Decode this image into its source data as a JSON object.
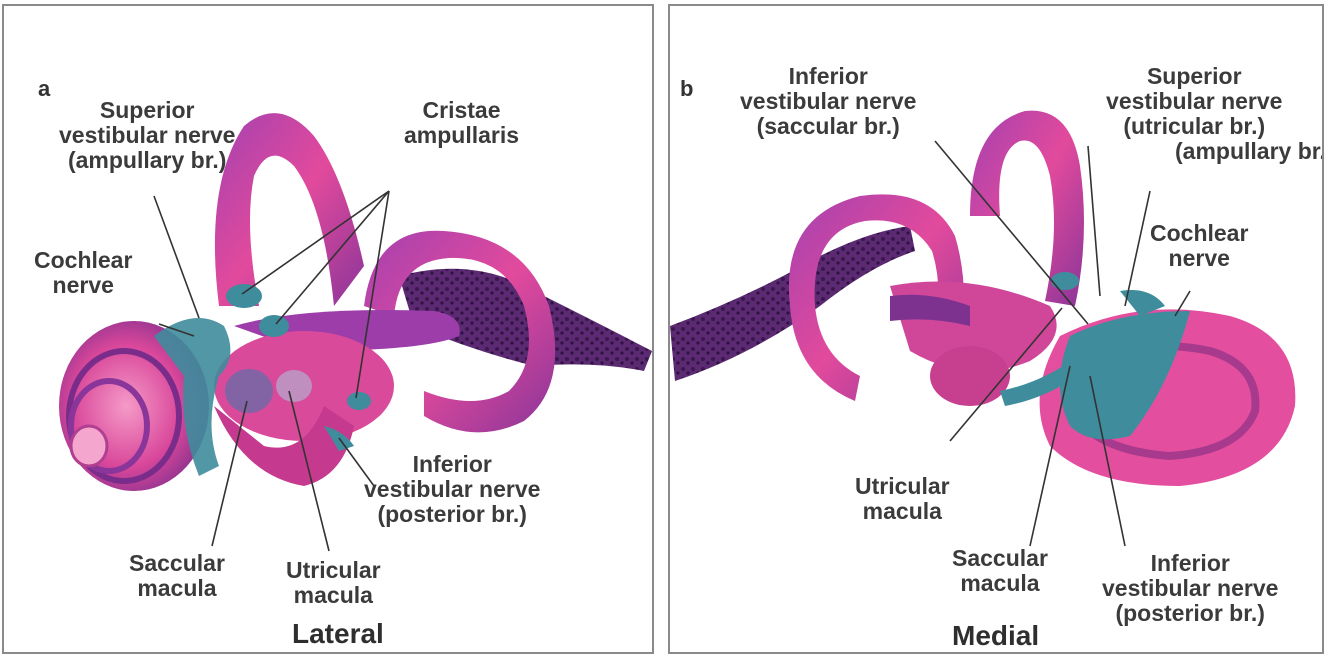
{
  "panels": [
    {
      "letter": "a",
      "view": "Lateral",
      "labels": {
        "superior_nerve": [
          "Superior",
          "vestibular nerve",
          "(ampullary br.)"
        ],
        "cristae": [
          "Cristae",
          "ampullaris"
        ],
        "cochlear_nerve": [
          "Cochlear",
          "nerve"
        ],
        "inferior_nerve": [
          "Inferior",
          "vestibular nerve",
          "(posterior br.)"
        ],
        "saccular_macula": [
          "Saccular",
          "macula"
        ],
        "utricular_macula": [
          "Utricular",
          "macula"
        ]
      }
    },
    {
      "letter": "b",
      "view": "Medial",
      "labels": {
        "inferior_saccular": [
          "Inferior",
          "vestibular nerve",
          "(saccular br.)"
        ],
        "superior_nerve": [
          "Superior",
          "vestibular nerve",
          "(utricular br.)",
          "(ampullary br.)"
        ],
        "cochlear_nerve": [
          "Cochlear",
          "nerve"
        ],
        "utricular_macula": [
          "Utricular",
          "macula"
        ],
        "saccular_macula": [
          "Saccular",
          "macula"
        ],
        "inferior_posterior": [
          "Inferior",
          "vestibular nerve",
          "(posterior br.)"
        ]
      }
    }
  ],
  "colors": {
    "canal_purple": "#9b3fa8",
    "canal_pink": "#e8469a",
    "nerve_teal": "#3f8c9c",
    "vestibular_dark": "#4a2060",
    "leader_line": "#333333"
  }
}
